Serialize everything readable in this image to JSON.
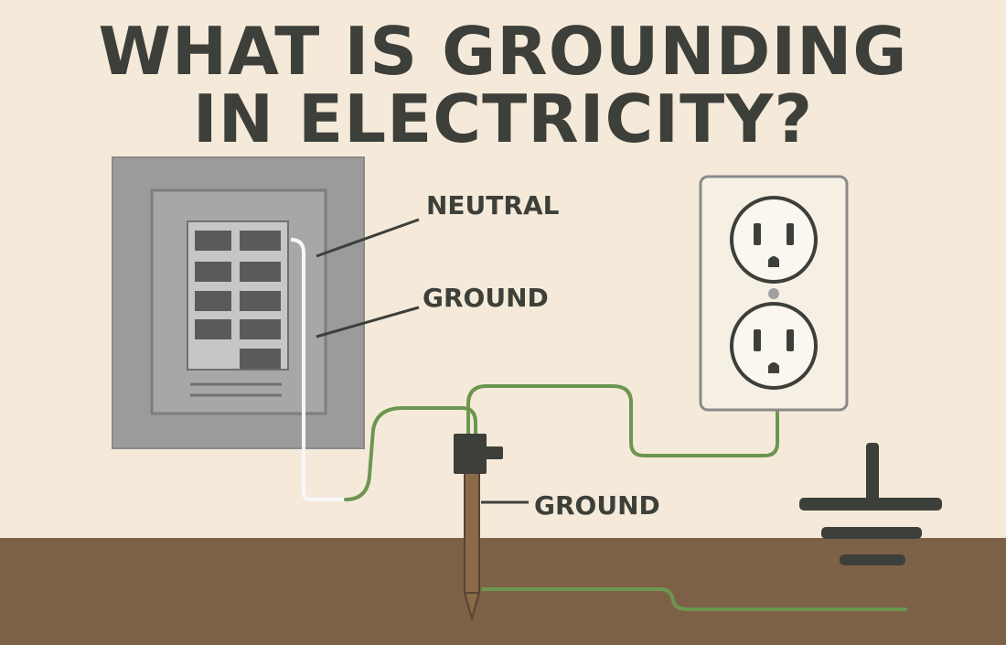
{
  "title": {
    "line1": "WHAT IS GROUNDING",
    "line2": "IN ELECTRICITY?"
  },
  "labels": {
    "neutral": "NEUTRAL",
    "ground_panel": "GROUND",
    "ground_rod": "GROUND"
  },
  "colors": {
    "background": "#f5ead9",
    "soil": "#7d6147",
    "ground_wire": "#6c9650",
    "panel": "#9a9a9a",
    "outlet": "#f6f0e4",
    "text": "#3d3f3a"
  },
  "icons": {
    "earth_symbol": "earth-ground-icon",
    "outlet": "duplex-outlet-icon",
    "panel": "breaker-panel-icon",
    "rod": "ground-rod-icon"
  }
}
